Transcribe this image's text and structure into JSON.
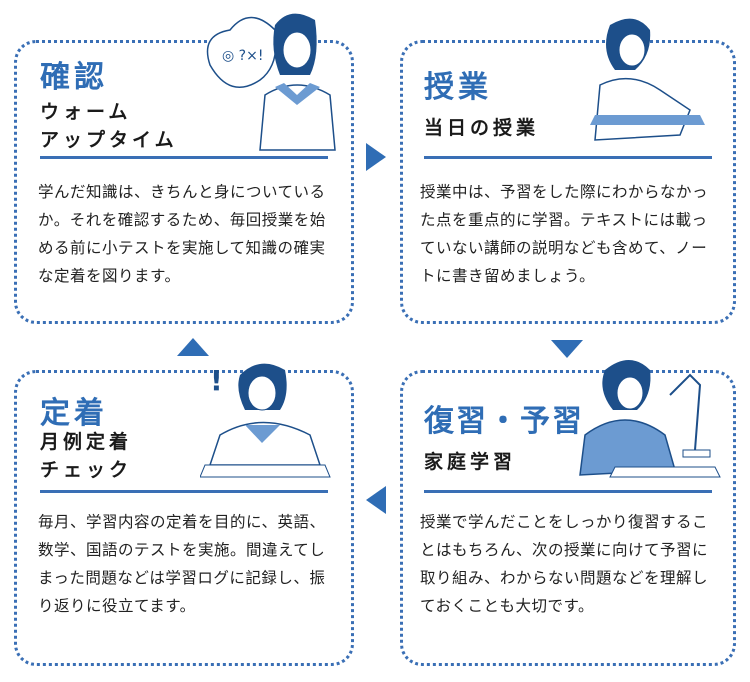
{
  "steps": [
    {
      "title": "確認",
      "subtitle_lines": [
        "ウォーム",
        "アップタイム"
      ],
      "body": "学んだ知識は、きちんと身についているか。それを確認するため、毎回授業を始める前に小テストを実施して知識の確実な定着を図ります。"
    },
    {
      "title": "授業",
      "subtitle_lines": [
        "当日の授業"
      ],
      "body": "授業中は、予習をした際にわからなかった点を重点的に学習。テキストには載っていない講師の説明なども含めて、ノートに書き留めましょう。"
    },
    {
      "title": "定着",
      "subtitle_lines": [
        "月例定着",
        "チェック"
      ],
      "body": "毎月、学習内容の定着を目的に、英語、数学、国語のテストを実施。間違えてしまった問題などは学習ログに記録し、振り返りに役立てます。"
    },
    {
      "title": "復習・予習",
      "subtitle_lines": [
        "家庭学習"
      ],
      "body": "授業で学んだことをしっかり復習することはもちろん、次の授業に向けて予習に取り組み、わからない問題などを理解しておくことも大切です。"
    }
  ],
  "colors": {
    "accent": "#2f6db5",
    "text": "#222222"
  }
}
